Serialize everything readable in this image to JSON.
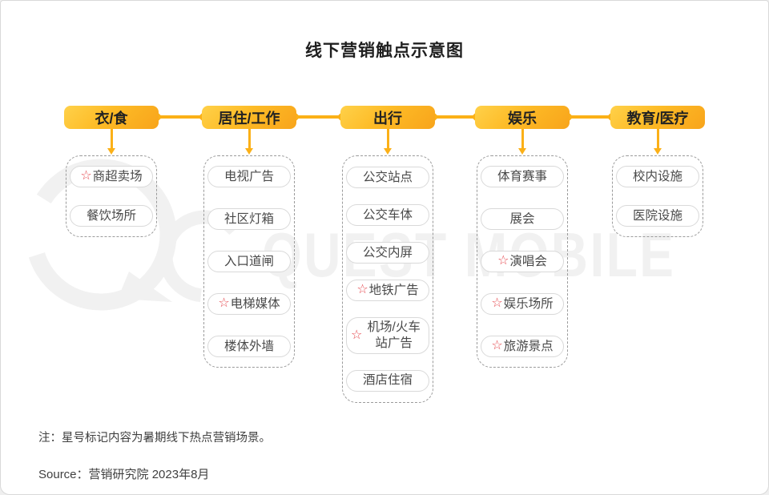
{
  "page_title": "线下营销触点示意图",
  "watermark_text": "QUEST MOBILE",
  "note": "注：星号标记内容为暑期线下热点营销场景。",
  "source": "Source：营销研究院 2023年8月",
  "star_glyph": "☆",
  "colors": {
    "accent": "#FBB017",
    "button_gradient_start": "#FFD14A",
    "button_gradient_end": "#F8A41B",
    "star": "#E5474D",
    "pill_border": "#D9D9D9",
    "box_dash": "#9B9B9B",
    "watermark": "#F1F1F1"
  },
  "categories": [
    {
      "label": "衣/食",
      "items": [
        {
          "text": "商超卖场",
          "starred": true
        },
        {
          "text": "餐饮场所",
          "starred": false
        }
      ]
    },
    {
      "label": "居住/工作",
      "items": [
        {
          "text": "电视广告",
          "starred": false
        },
        {
          "text": "社区灯箱",
          "starred": false
        },
        {
          "text": "入口道闸",
          "starred": false
        },
        {
          "text": "电梯媒体",
          "starred": true
        },
        {
          "text": "楼体外墙",
          "starred": false
        }
      ]
    },
    {
      "label": "出行",
      "items": [
        {
          "text": "公交站点",
          "starred": false
        },
        {
          "text": "公交车体",
          "starred": false
        },
        {
          "text": "公交内屏",
          "starred": false
        },
        {
          "text": "地铁广告",
          "starred": true
        },
        {
          "text": "机场/火车站广告",
          "starred": true
        },
        {
          "text": "酒店住宿",
          "starred": false
        }
      ]
    },
    {
      "label": "娱乐",
      "items": [
        {
          "text": "体育赛事",
          "starred": false
        },
        {
          "text": "展会",
          "starred": false
        },
        {
          "text": "演唱会",
          "starred": true
        },
        {
          "text": "娱乐场所",
          "starred": true
        },
        {
          "text": "旅游景点",
          "starred": true
        }
      ]
    },
    {
      "label": "教育/医疗",
      "items": [
        {
          "text": "校内设施",
          "starred": false
        },
        {
          "text": "医院设施",
          "starred": false
        }
      ]
    }
  ]
}
